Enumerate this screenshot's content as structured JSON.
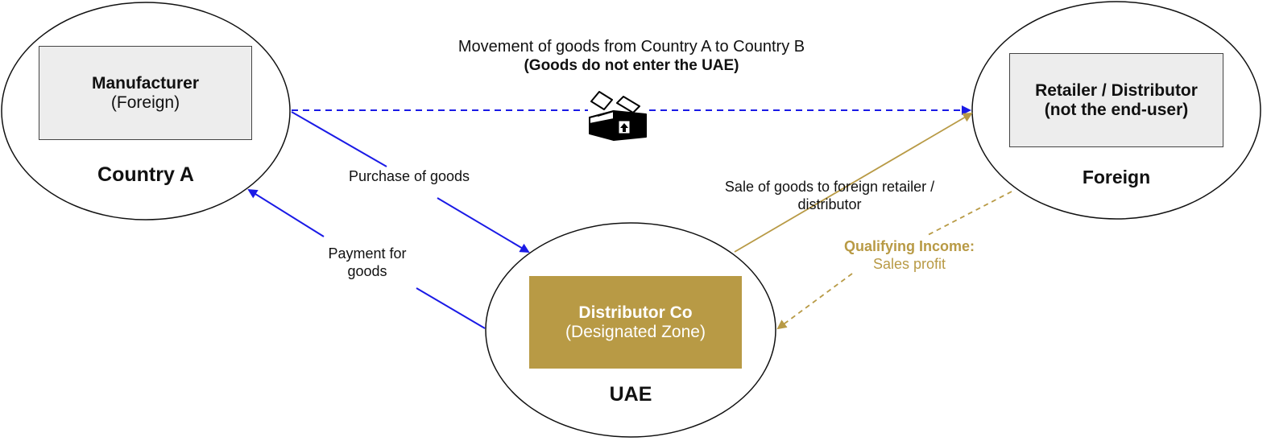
{
  "colors": {
    "blue_arrow": "#1a1ae6",
    "gold": "#b89a45",
    "box_gray": "#ededed"
  },
  "top_note": {
    "line1": "Movement of goods from Country A to Country B",
    "line2": "(Goods do not enter the UAE)"
  },
  "box_icon": "box-with-up-arrow",
  "nodes": {
    "country_a": {
      "region": "Country A",
      "box_title": "Manufacturer",
      "box_subtitle": "(Foreign)"
    },
    "foreign": {
      "region": "Foreign",
      "box_title": "Retailer / Distributor",
      "box_subtitle": "(not the end-user)"
    },
    "uae": {
      "region": "UAE",
      "box_title": "Distributor Co",
      "box_subtitle": "(Designated Zone)"
    }
  },
  "flows": {
    "purchase": "Purchase of goods",
    "payment_line1": "Payment for",
    "payment_line2": "goods",
    "sale_line1": "Sale of goods to foreign retailer /",
    "sale_line2": "distributor",
    "qualifying_title": "Qualifying Income:",
    "qualifying_sub": "Sales profit"
  }
}
